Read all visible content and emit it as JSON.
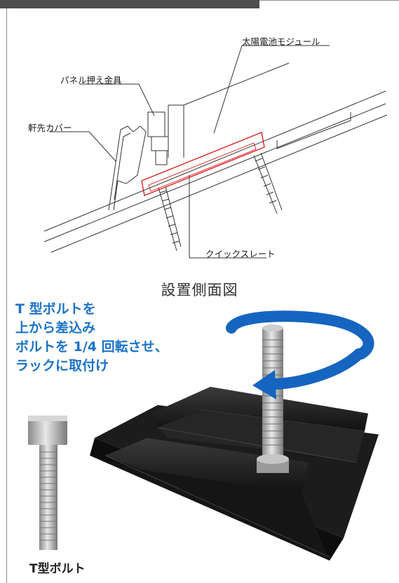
{
  "diagram": {
    "labels": {
      "module": "太陽電池モジュール",
      "clamp": "パネル押え金具",
      "eave_cover": "軒先カバー",
      "slate": "クイックスレート"
    },
    "caption": "設置側面図"
  },
  "instructions": {
    "lines": [
      "T 型ボルトを",
      "上から差込み",
      "ボルトを 1/4 回転させ、",
      "ラックに取付け"
    ]
  },
  "tbolt_label": "T型ボルト",
  "colors": {
    "instruction_text": "#1b73c6",
    "arrow": "#1565c0",
    "highlight": "#d40000",
    "top_bar": "#4d4d4d"
  }
}
